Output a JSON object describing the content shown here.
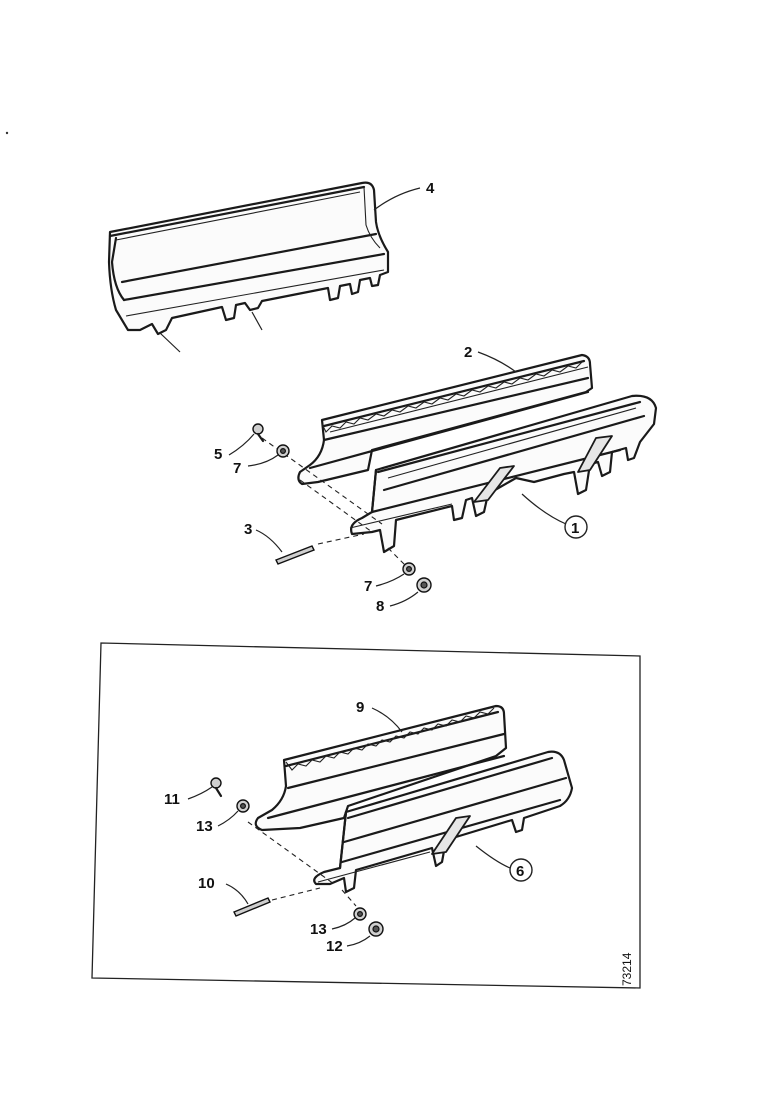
{
  "callouts": {
    "c4": "4",
    "c2": "2",
    "c5": "5",
    "c7a": "7",
    "c3": "3",
    "c1": "1",
    "c7b": "7",
    "c8": "8",
    "c9": "9",
    "c11": "11",
    "c13a": "13",
    "c10": "10",
    "c6": "6",
    "c13b": "13",
    "c12": "12"
  },
  "reference_code": "73214"
}
